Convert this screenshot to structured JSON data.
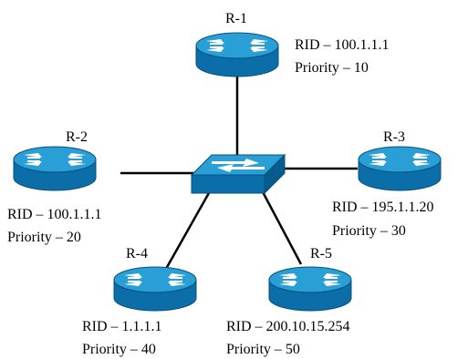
{
  "routers": [
    {
      "name": "R-1",
      "rid": "RID – 100.1.1.1",
      "priority": "Priority – 10"
    },
    {
      "name": "R-2",
      "rid": "RID – 100.1.1.1",
      "priority": "Priority – 20"
    },
    {
      "name": "R-3",
      "rid": "RID – 195.1.1.20",
      "priority": "Priority – 30"
    },
    {
      "name": "R-4",
      "rid": "RID – 1.1.1.1",
      "priority": "Priority – 40"
    },
    {
      "name": "R-5",
      "rid": "RID – 200.10.15.254",
      "priority": "Priority – 50"
    }
  ],
  "colors": {
    "device_top": "#2a9fd6",
    "device_side": "#0b6ea8",
    "device_edge": "#07507c",
    "arrow": "#ffffff",
    "link": "#000000"
  },
  "icons": {
    "router": "router-icon",
    "switch": "switch-icon"
  }
}
